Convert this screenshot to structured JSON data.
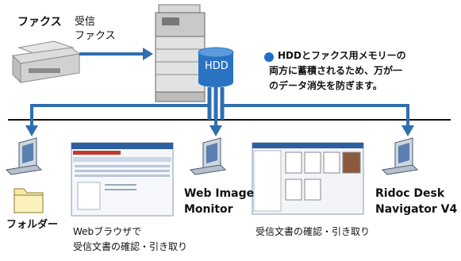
{
  "fax": {
    "label": "ファクス",
    "recv_line1": "受信",
    "recv_line2": "ファクス"
  },
  "hdd_label": "HDD",
  "note": {
    "line1": "HDDとファクス用メモリーの",
    "line2": "両方に蓄積されるため、万が一",
    "line3": "のデータ消失を防ぎます。"
  },
  "folder_label": "フォルダー",
  "webimage": {
    "line1": "Web Image",
    "line2": "Monitor"
  },
  "ridoc": {
    "line1": "Ridoc Desk",
    "line2": "Navigator V4"
  },
  "browser_caption": {
    "line1": "Webブラウザで",
    "line2": "受信文書の確認・引き取り"
  },
  "ridoc_caption": "受信文書の確認・引き取り",
  "colors": {
    "arrow_blue": "#2f6fb0",
    "hdd_blue": "#2a73c2",
    "bullet_blue": "#1f6fc8"
  }
}
